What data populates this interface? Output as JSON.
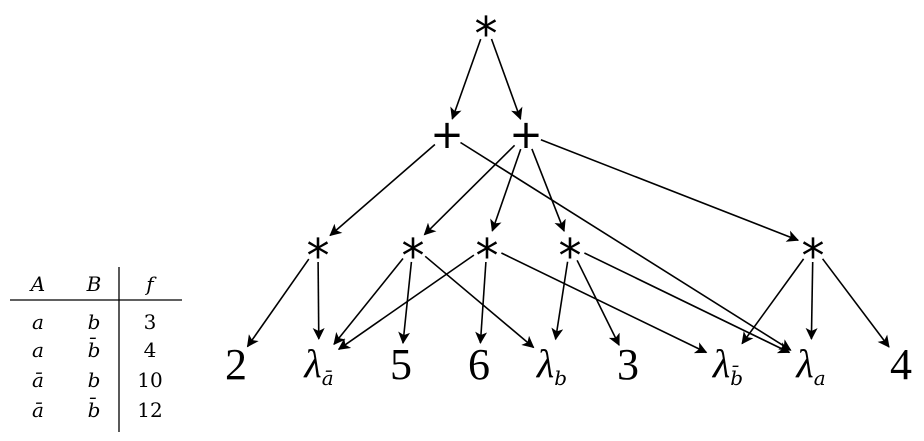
{
  "table": {
    "headers": [
      "A",
      "B",
      "f"
    ],
    "rows": [
      [
        "a",
        "b",
        "3"
      ],
      [
        "a",
        "b̄",
        "4"
      ],
      [
        "ā",
        "b",
        "10"
      ],
      [
        "ā",
        "b̄",
        "12"
      ]
    ]
  },
  "graph": {
    "nodes": [
      {
        "id": "root",
        "label": "*",
        "kind": "op"
      },
      {
        "id": "plus-left",
        "label": "+",
        "kind": "op"
      },
      {
        "id": "plus-right",
        "label": "+",
        "kind": "op"
      },
      {
        "id": "times-1",
        "label": "*",
        "kind": "op"
      },
      {
        "id": "times-2",
        "label": "*",
        "kind": "op"
      },
      {
        "id": "times-3",
        "label": "*",
        "kind": "op"
      },
      {
        "id": "times-4",
        "label": "*",
        "kind": "op"
      },
      {
        "id": "times-5",
        "label": "*",
        "kind": "op"
      },
      {
        "id": "leaf-2",
        "label": "2",
        "kind": "num"
      },
      {
        "id": "leaf-lambda-abar",
        "label": "λ",
        "sub": "ā",
        "kind": "lambda"
      },
      {
        "id": "leaf-5",
        "label": "5",
        "kind": "num"
      },
      {
        "id": "leaf-6",
        "label": "6",
        "kind": "num"
      },
      {
        "id": "leaf-lambda-b",
        "label": "λ",
        "sub": "b",
        "kind": "lambda"
      },
      {
        "id": "leaf-3",
        "label": "3",
        "kind": "num"
      },
      {
        "id": "leaf-lambda-bbar",
        "label": "λ",
        "sub": "b̄",
        "kind": "lambda"
      },
      {
        "id": "leaf-lambda-a",
        "label": "λ",
        "sub": "a",
        "kind": "lambda"
      },
      {
        "id": "leaf-4",
        "label": "4",
        "kind": "num"
      }
    ],
    "edges": [
      [
        "root",
        "plus-left"
      ],
      [
        "root",
        "plus-right"
      ],
      [
        "plus-left",
        "times-1"
      ],
      [
        "plus-left",
        "leaf-lambda-a"
      ],
      [
        "plus-right",
        "times-2"
      ],
      [
        "plus-right",
        "times-3"
      ],
      [
        "plus-right",
        "times-4"
      ],
      [
        "plus-right",
        "times-5"
      ],
      [
        "times-1",
        "leaf-2"
      ],
      [
        "times-1",
        "leaf-lambda-abar"
      ],
      [
        "times-2",
        "leaf-lambda-abar"
      ],
      [
        "times-2",
        "leaf-5"
      ],
      [
        "times-2",
        "leaf-lambda-b"
      ],
      [
        "times-3",
        "leaf-lambda-abar"
      ],
      [
        "times-3",
        "leaf-6"
      ],
      [
        "times-3",
        "leaf-lambda-bbar"
      ],
      [
        "times-4",
        "leaf-lambda-b"
      ],
      [
        "times-4",
        "leaf-3"
      ],
      [
        "times-4",
        "leaf-lambda-a"
      ],
      [
        "times-5",
        "leaf-lambda-bbar"
      ],
      [
        "times-5",
        "leaf-lambda-a"
      ],
      [
        "times-5",
        "leaf-4"
      ]
    ]
  }
}
